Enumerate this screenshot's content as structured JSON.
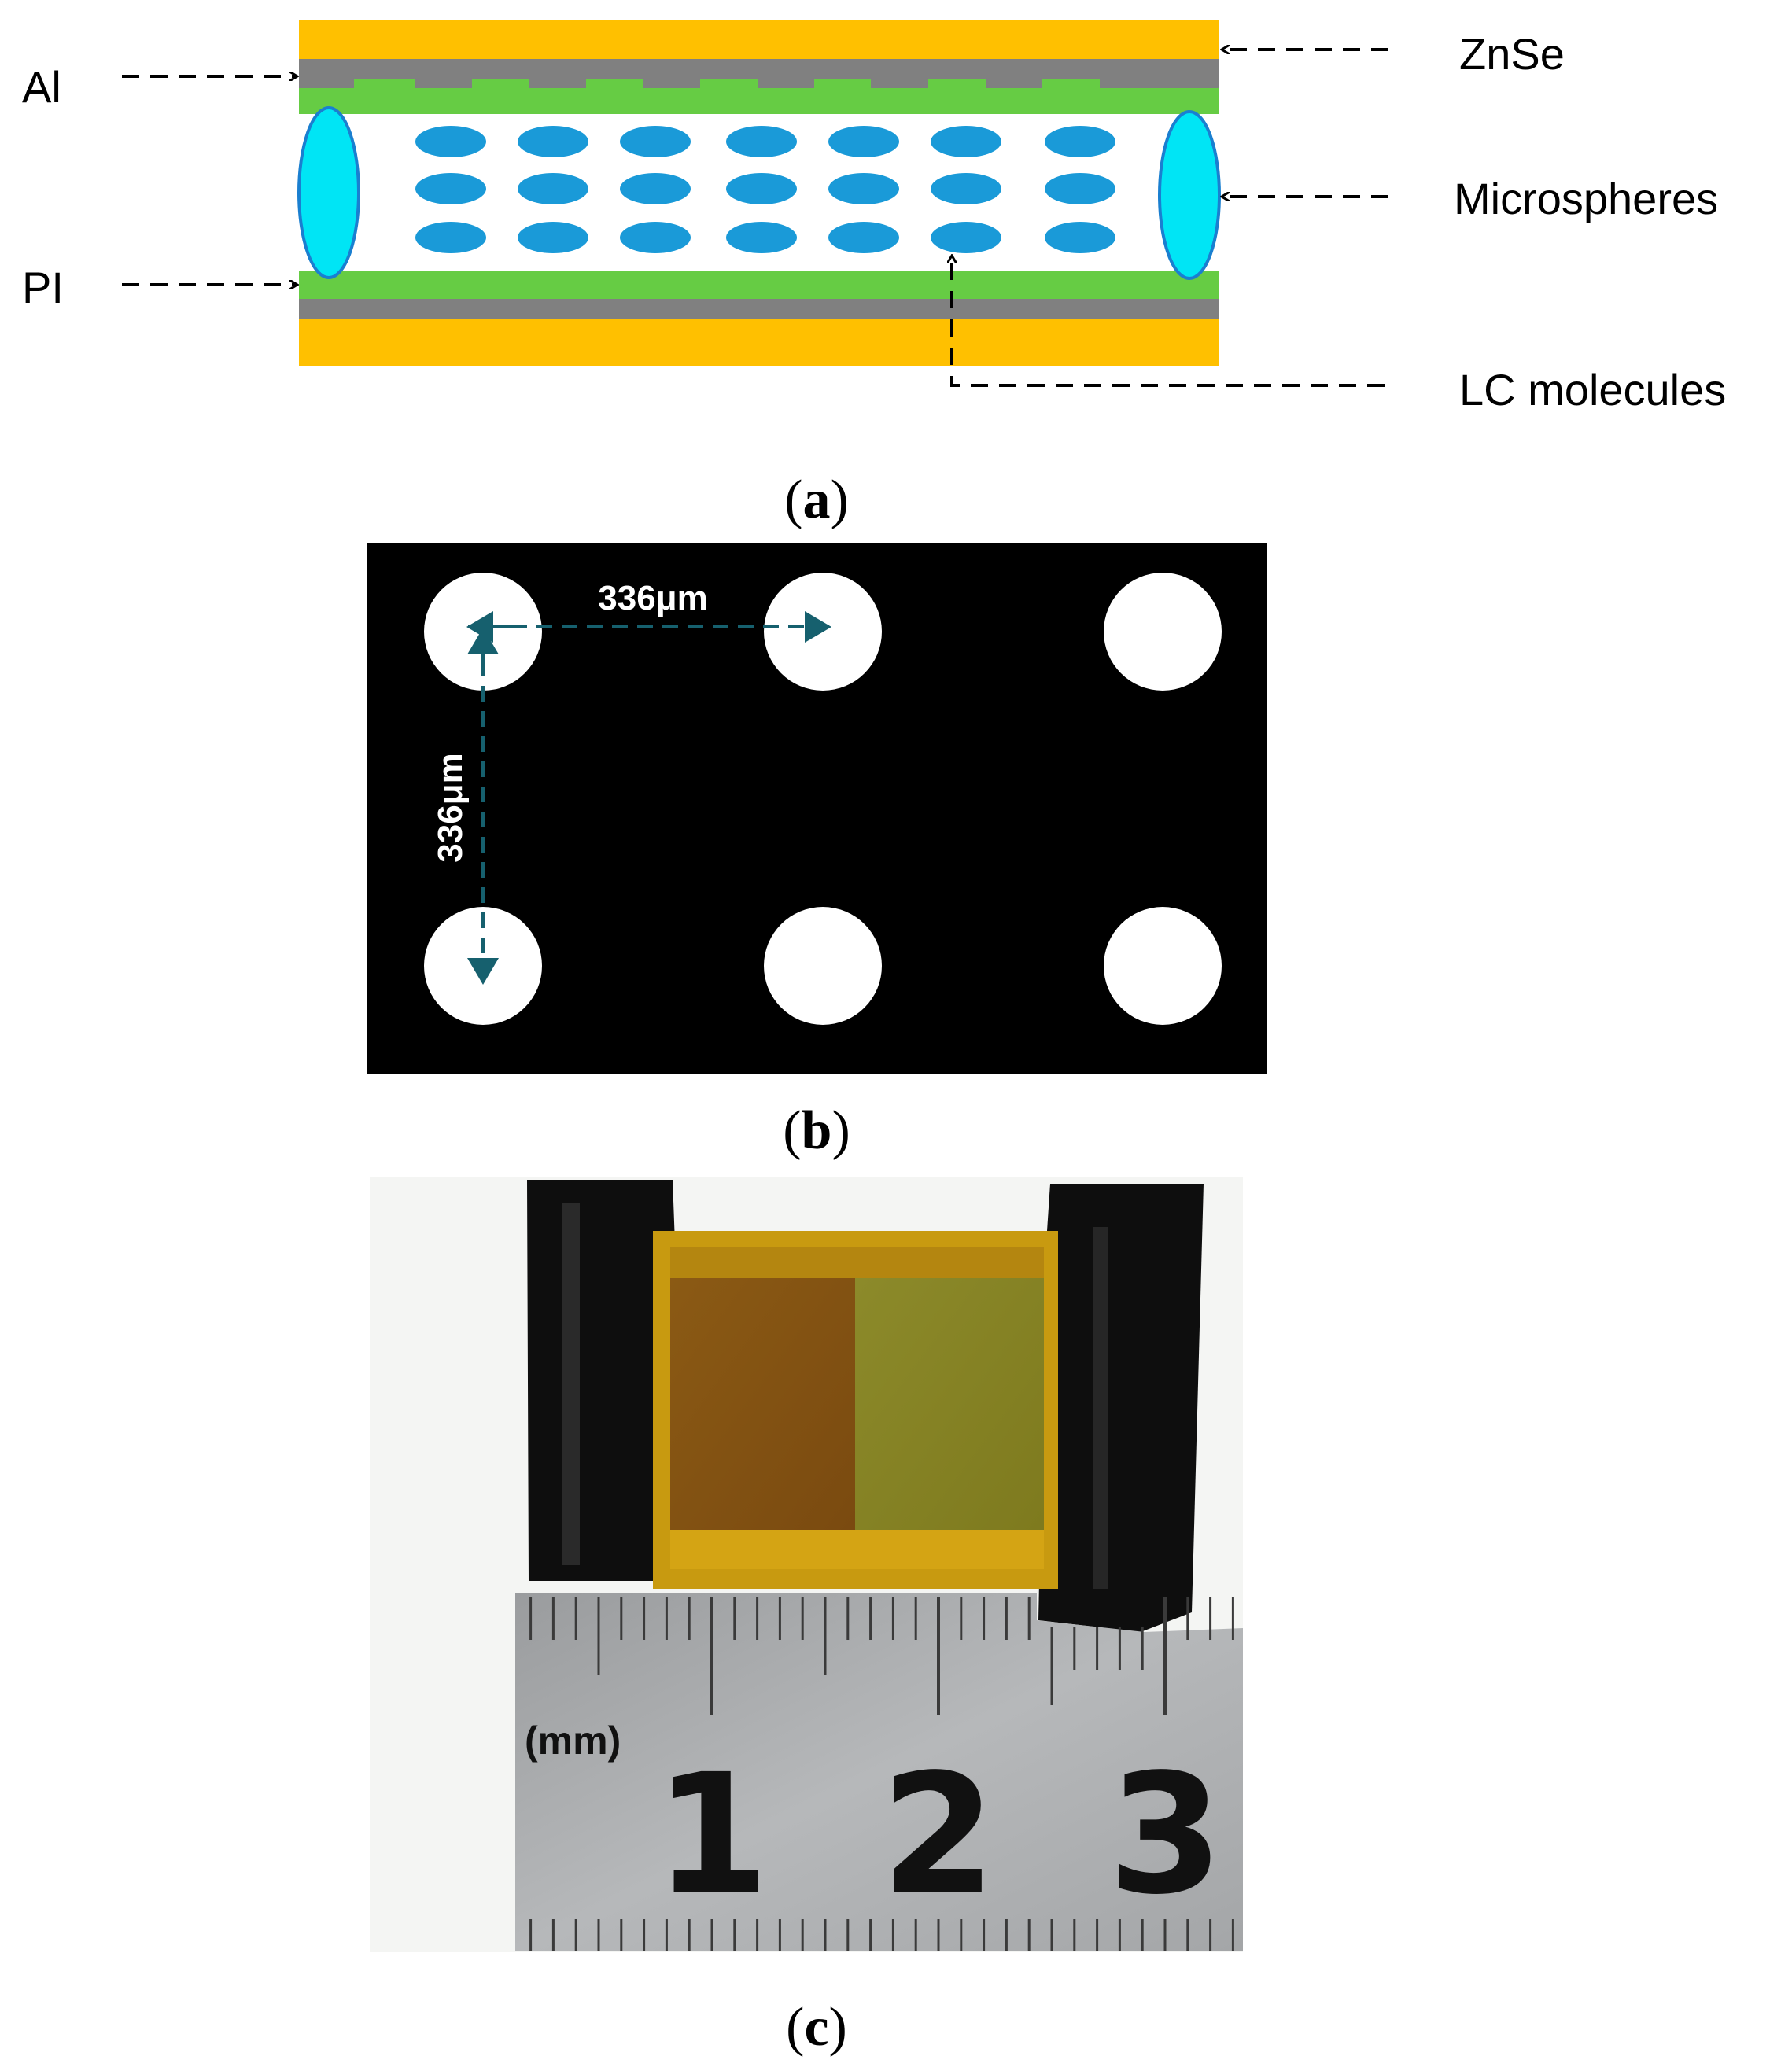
{
  "panel_a": {
    "labels": {
      "left_top": "Al",
      "left_bottom": "PI",
      "right_top": "ZnSe",
      "right_mid": "Microspheres",
      "right_bottom": "LC molecules"
    },
    "caption_letter": "a"
  },
  "panel_b": {
    "dim_horizontal": "336μm",
    "dim_vertical": "336μm",
    "caption_letter": "b"
  },
  "panel_c": {
    "unit_label": "(mm)",
    "ruler_numbers": [
      "1",
      "2",
      "3"
    ],
    "caption_letter": "c"
  },
  "colors": {
    "znse": "#FFC000",
    "al": "#808080",
    "pi": "#66CC44",
    "microsphere": "#00E5F5",
    "lc_molecule": "#1A9AD8",
    "arrow": "#1A6A7A"
  }
}
